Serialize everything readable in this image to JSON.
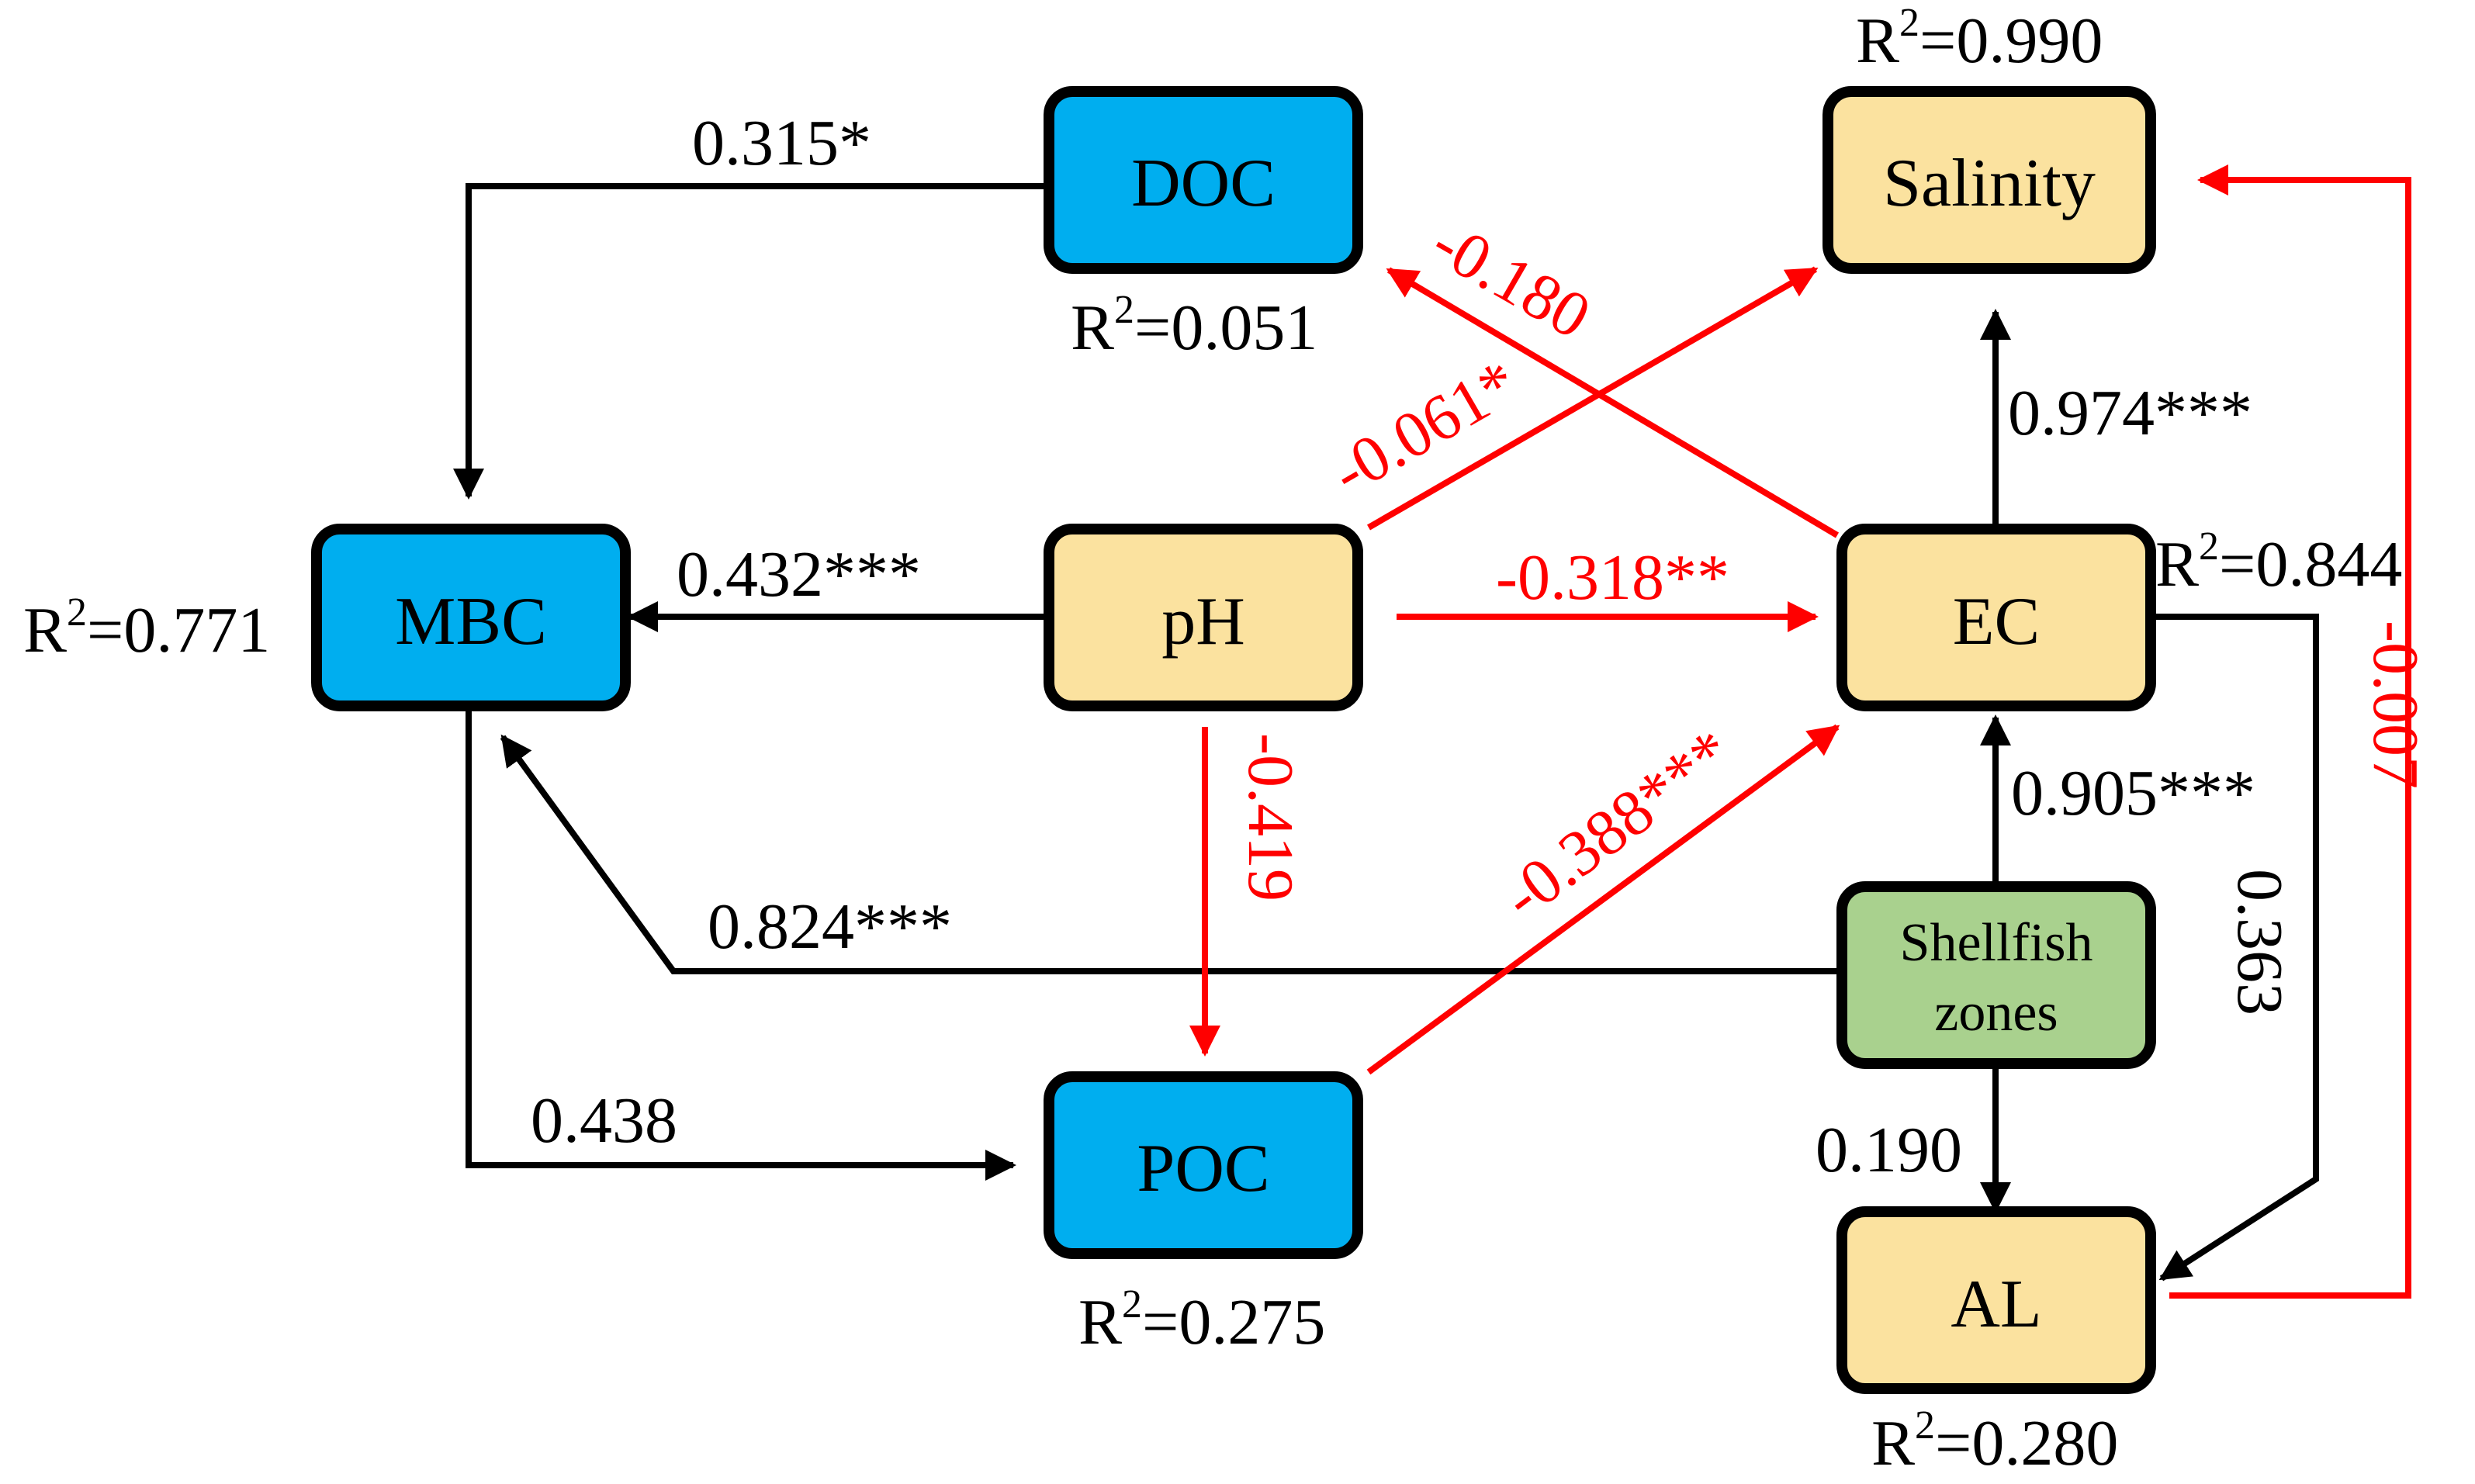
{
  "colors": {
    "microbial_node": "#00aeef",
    "soil_node": "#fbe29f",
    "zone_node": "#a9d18e",
    "positive_path": "#000000",
    "negative_path": "#ff0000"
  },
  "nodes": {
    "doc": {
      "label": "DOC",
      "r2": "0.051"
    },
    "salinity": {
      "label": "Salinity",
      "r2": "0.990"
    },
    "mbc": {
      "label": "MBC",
      "r2": "0.771"
    },
    "ph": {
      "label": "pH"
    },
    "ec": {
      "label": "EC",
      "r2": "0.844"
    },
    "shellfish": {
      "label_line1": "Shellfish",
      "label_line2": "zones"
    },
    "poc": {
      "label": "POC",
      "r2": "0.275"
    },
    "al": {
      "label": "AL",
      "r2": "0.280"
    }
  },
  "r2_prefix": "R",
  "r2_sup": "2",
  "paths": {
    "doc_mbc": "0.315*",
    "ph_mbc": "0.432***",
    "shellfish_mbc": "0.824***",
    "mbc_poc": "0.438",
    "ph_poc": "-0.419",
    "ph_salinity": "-0.061*",
    "ec_doc": "-0.180",
    "ph_ec": "-0.318**",
    "poc_ec": "-0.388***",
    "ec_salinity": "0.974***",
    "shellfish_ec": "0.905***",
    "ec_al": "0.363",
    "shellfish_al": "0.190",
    "al_salinity": "-0.007"
  }
}
